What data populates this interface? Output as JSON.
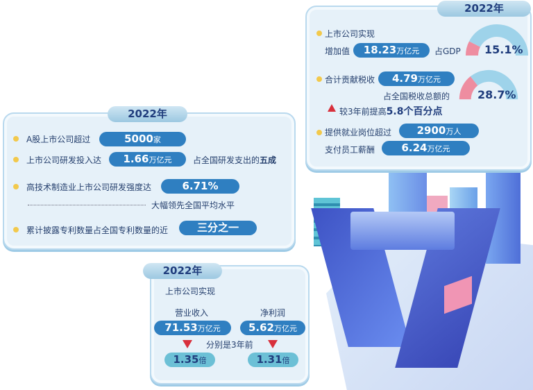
{
  "top_right": {
    "year": "2022年",
    "row1_label_a": "上市公司实现",
    "row1_label_b": "增加值",
    "row1_value": "18.23",
    "row1_unit": "万亿元",
    "row1_share_label": "占GDP",
    "row1_share_value": "15.1%",
    "row1_share_fraction": 0.151,
    "row2_label": "合计贡献税收",
    "row2_value": "4.79",
    "row2_unit": "万亿元",
    "row2_share_label": "占全国税收总额的",
    "row2_share_value": "28.7%",
    "row2_share_fraction": 0.287,
    "row2_increase_text": "较3年前提高",
    "row2_increase_value": "5.8个百分点",
    "row3_label": "提供就业岗位超过",
    "row3_value": "2900",
    "row3_unit": "万人",
    "row4_label": "支付员工薪酬",
    "row4_value": "6.24",
    "row4_unit": "万亿元"
  },
  "left": {
    "year": "2022年",
    "row1_label": "A股上市公司超过",
    "row1_value": "5000",
    "row1_unit": "家",
    "row2_label": "上市公司研发投入达",
    "row2_value": "1.66",
    "row2_unit": "万亿元",
    "row2_suffix": "占全国研发支出的",
    "row2_suffix_bold": "五成",
    "row3_label": "高技术制造业上市公司研发强度达",
    "row3_value": "6.71%",
    "row3_note": "大幅领先全国平均水平",
    "row4_label": "累计披露专利数量占全国专利数量的近",
    "row4_value": "三分之一"
  },
  "bottom": {
    "year": "2022年",
    "intro": "上市公司实现",
    "col1_label": "营业收入",
    "col1_value": "71.53",
    "col1_unit": "万亿元",
    "col1_multiple": "1.35",
    "col2_label": "净利润",
    "col2_value": "5.62",
    "col2_unit": "万亿元",
    "col2_multiple": "1.31",
    "multiple_unit": "倍",
    "compare_text": "分别是3年前"
  },
  "colors": {
    "pill": "#2f7fc1",
    "pill_light": "#6cc0d6",
    "gauge_blue": "#9ed3ea",
    "gauge_pink": "#ee8da0",
    "arrow": "#d8303c"
  }
}
